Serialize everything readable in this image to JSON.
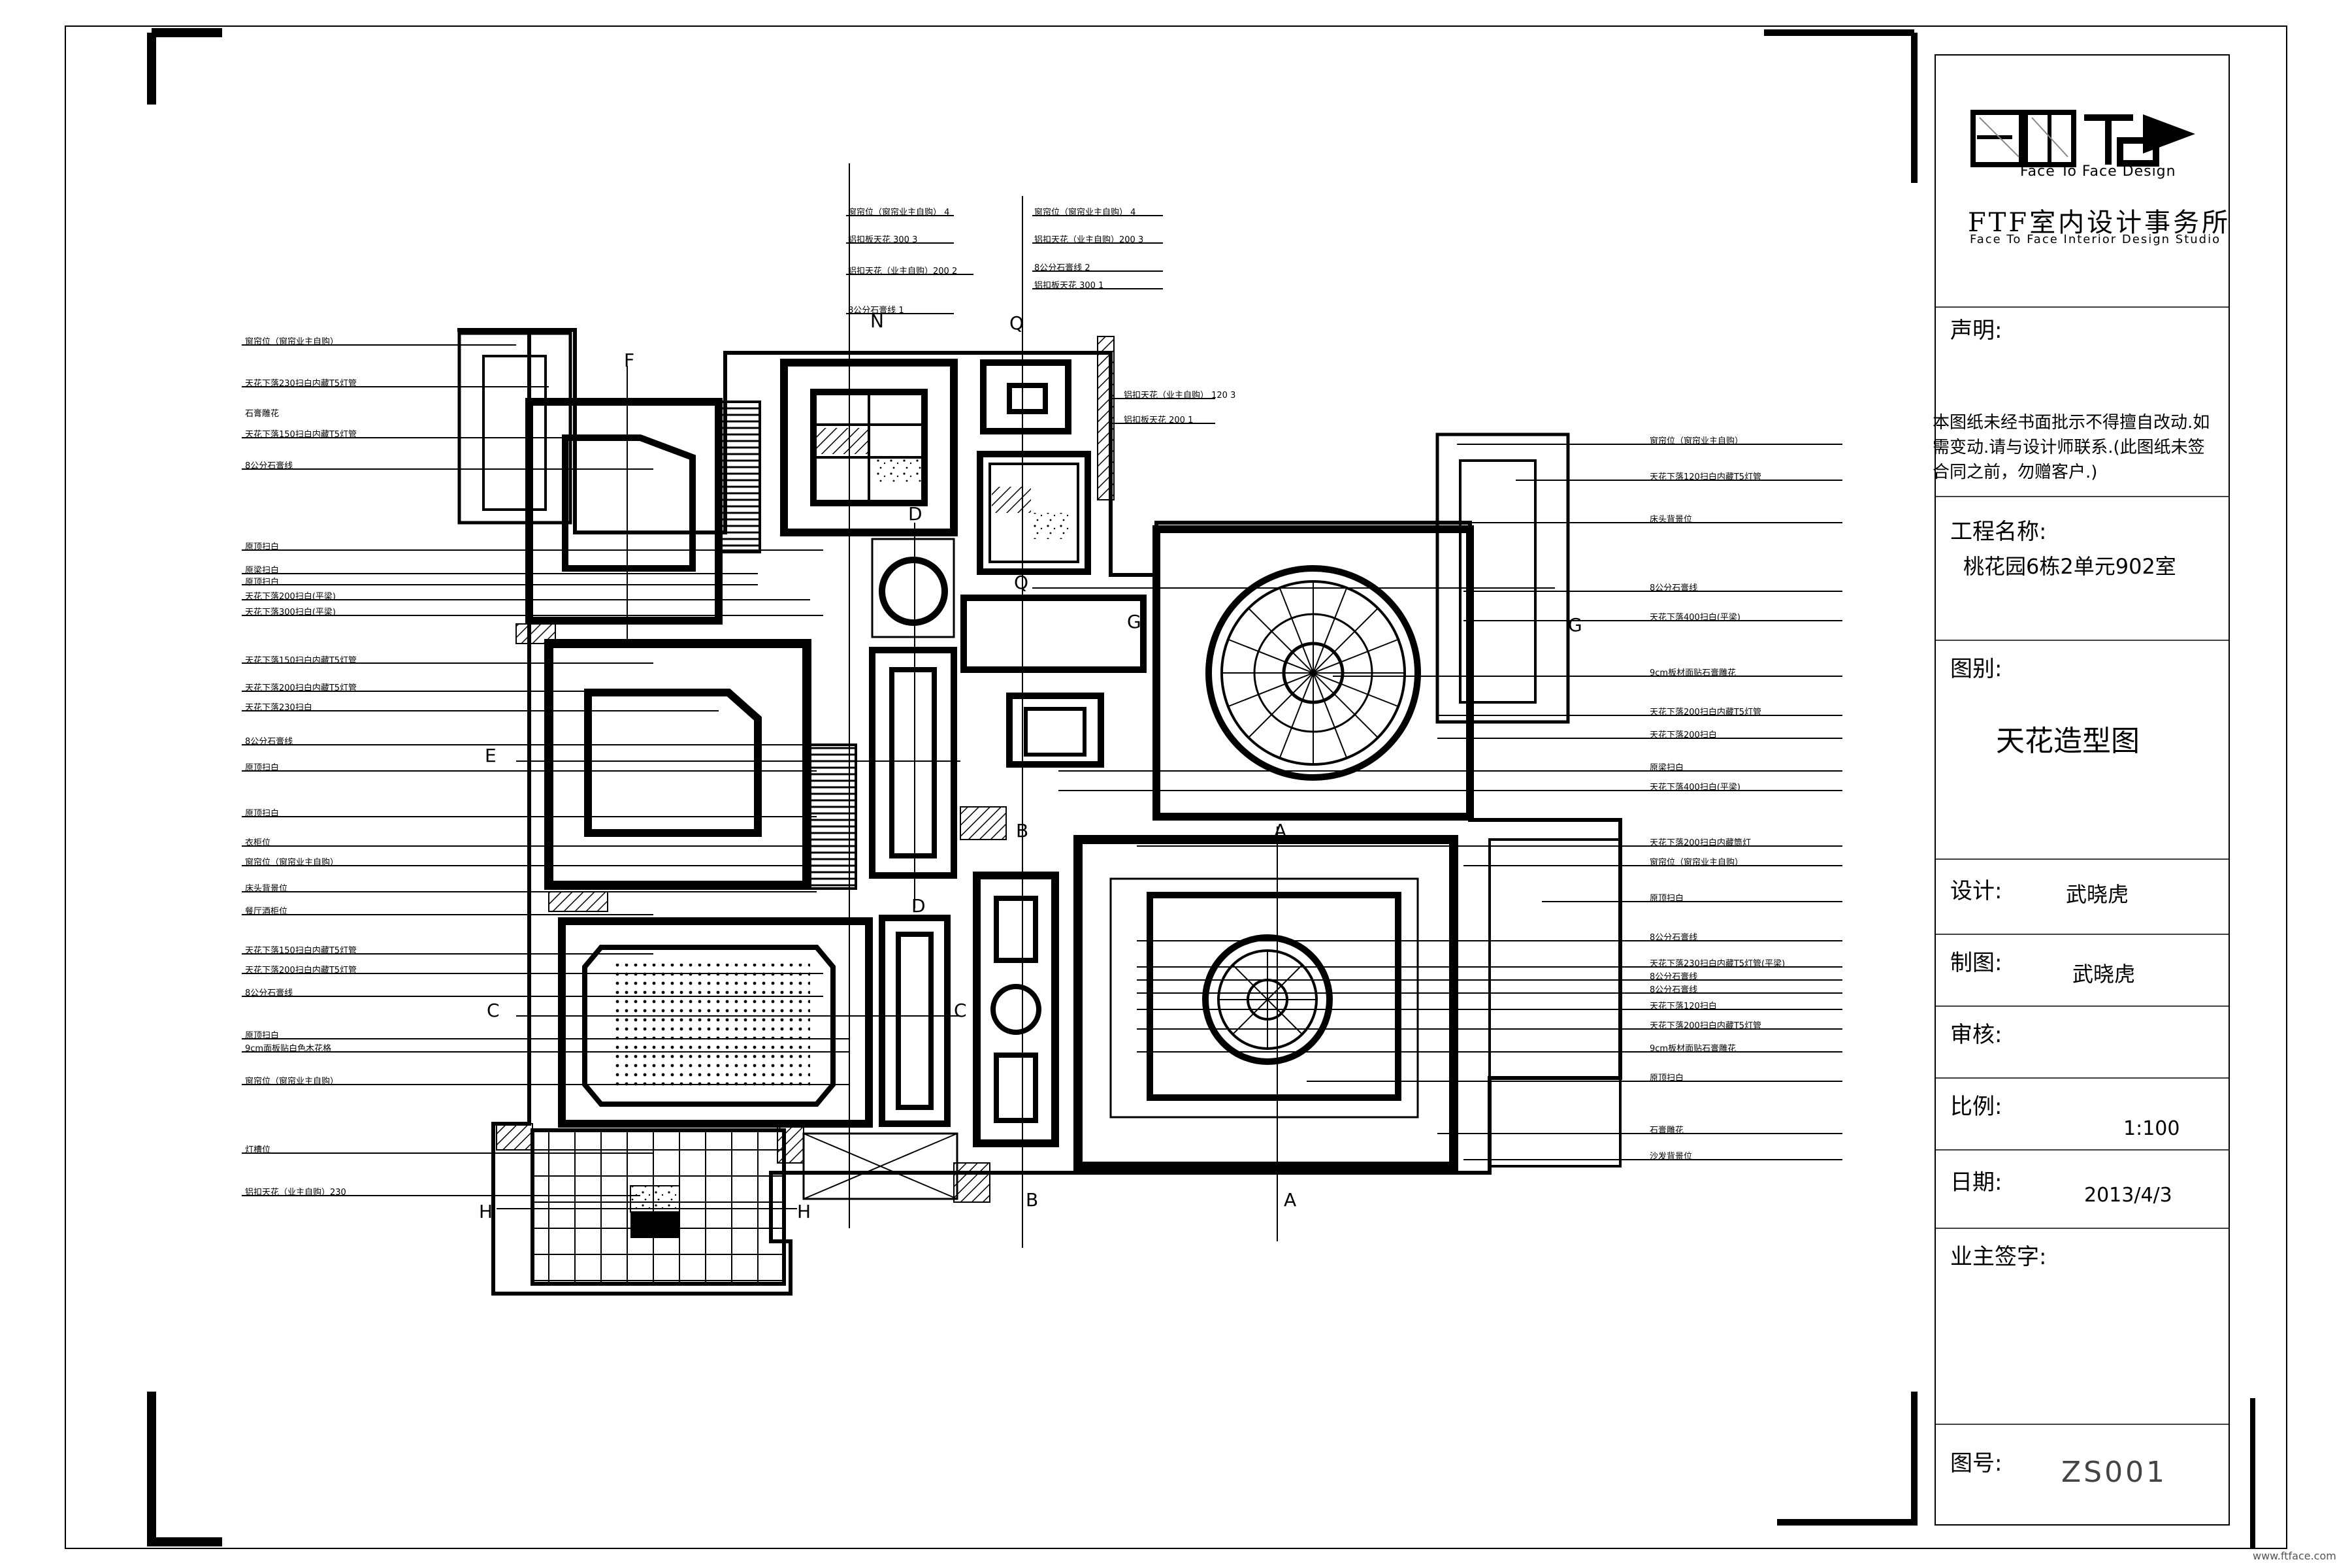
{
  "title_block": {
    "brand_text": "Face To Face Design",
    "studio_cn": "FTF室内设计事务所",
    "studio_en": "Face To Face Interior Design Studio",
    "declaration_label": "声明:",
    "declaration_text": "本图纸未经书面批示不得擅自改动.如需变动.请与设计师联系.(此图纸未签合同之前，勿赠客户.)",
    "project_label": "工程名称:",
    "project_value": "桃花园6栋2单元902室",
    "drawing_type_label": "图别:",
    "drawing_type_value": "天花造型图",
    "design_label": "设计:",
    "design_value": "武晓虎",
    "drafting_label": "制图:",
    "drafting_value": "武晓虎",
    "review_label": "审核:",
    "scale_label": "比例:",
    "scale_value": "1:100",
    "date_label": "日期:",
    "date_value": "2013/4/3",
    "owner_sign_label": "业主签字:",
    "drawing_no_label": "图号:",
    "drawing_no_value": "ZS001"
  },
  "section_markers": [
    "N",
    "Q",
    "F",
    "D",
    "Q",
    "G",
    "G",
    "E",
    "B",
    "A",
    "D",
    "C",
    "C",
    "H",
    "H",
    "B",
    "A"
  ],
  "annotations_left": [
    "窗帘位（窗帘业主自购）",
    "天花下落230扫白内藏T5灯管",
    "石膏雕花",
    "天花下落150扫白内藏T5灯管",
    "8公分石膏线",
    "原顶扫白",
    "原梁扫白",
    "原顶扫白",
    "天花下落200扫白(平梁)",
    "天花下落300扫白(平梁)",
    "天花下落150扫白内藏T5灯管",
    "天花下落200扫白内藏T5灯管",
    "天花下落230扫白",
    "8公分石膏线",
    "原顶扫白",
    "原顶扫白",
    "衣柜位",
    "窗帘位（窗帘业主自购）",
    "床头背景位",
    "餐厅酒柜位",
    "天花下落150扫白内藏T5灯管",
    "天花下落200扫白内藏T5灯管",
    "8公分石膏线",
    "原顶扫白",
    "9cm面板贴白色木花格",
    "窗帘位（窗帘业主自购）",
    "灯槽位",
    "铝扣天花（业主自购）230"
  ],
  "annotations_right": [
    "窗帘位（窗帘业主自购）",
    "天花下落120扫白内藏T5灯管",
    "床头背景位",
    "8公分石膏线",
    "天花下落400扫白(平梁)",
    "9cm板材面贴石膏雕花",
    "天花下落200扫白内藏T5灯管",
    "天花下落200扫白",
    "原梁扫白",
    "天花下落400扫白(平梁)",
    "天花下落200扫白内藏筒灯",
    "窗帘位（窗帘业主自购）",
    "原顶扫白",
    "8公分石膏线",
    "天花下落230扫白内藏T5灯管(平梁)",
    "8公分石膏线",
    "8公分石膏线",
    "天花下落120扫白",
    "天花下落200扫白内藏T5灯管",
    "9cm板材面贴石膏雕花",
    "原顶扫白",
    "石膏雕花",
    "沙发背景位"
  ],
  "annotations_top_left": [
    "窗帘位（窗帘业主自购） 4",
    "铝扣板天花 300 3",
    "铝扣天花（业主自购）200 2",
    "8公分石膏线 1"
  ],
  "annotations_top_right": [
    "窗帘位（窗帘业主自购） 4",
    "铝扣天花（业主自购）200 3",
    "8公分石膏线 2",
    "铝扣板天花 300 1"
  ],
  "annotations_mid": [
    "铝扣天花（业主自购） 120 3",
    "铝扣板天花 200 1"
  ],
  "watermark": "www.ftface.com"
}
